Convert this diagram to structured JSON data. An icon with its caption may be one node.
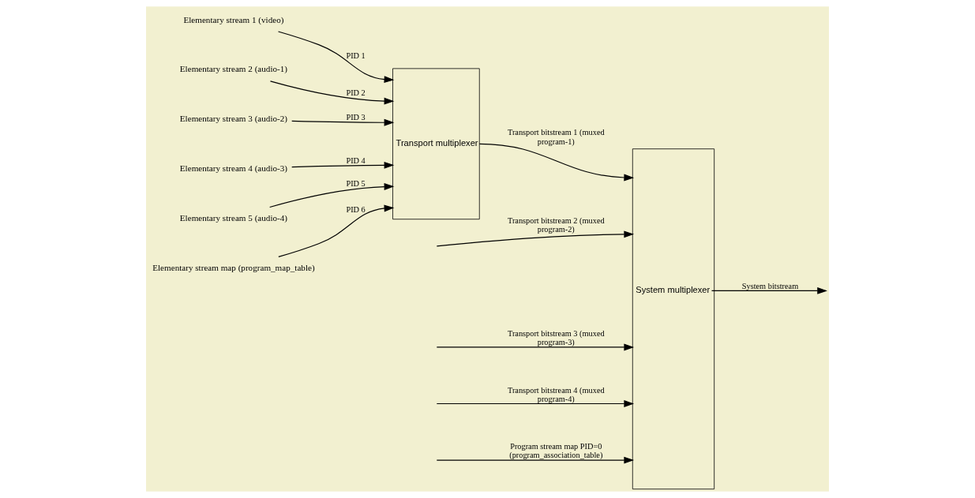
{
  "diagram": {
    "nodes": [
      {
        "text": [
          "Elementary stream 1 (video)"
        ]
      },
      {
        "text": [
          "Elementary stream 2 (audio-1)"
        ]
      },
      {
        "text": [
          "Elementary stream 3 (audio-2)"
        ]
      },
      {
        "text": [
          "Elementary stream 4 (audio-3)"
        ]
      },
      {
        "text": [
          "Elementary stream 5 (audio-4)"
        ]
      },
      {
        "text": [
          "Elementary stream map (program_map_table)"
        ]
      },
      {
        "text": [
          "Transport multiplexer"
        ]
      },
      {
        "text": [
          "System multiplexer"
        ]
      }
    ],
    "edges": [
      {
        "from": 0,
        "to": 6,
        "arrow": "to",
        "label": "PID 1"
      },
      {
        "from": 1,
        "to": 6,
        "arrow": "to",
        "label": "PID 2"
      },
      {
        "from": 2,
        "to": 6,
        "arrow": "to",
        "label": "PID 3"
      },
      {
        "from": 3,
        "to": 6,
        "arrow": "to",
        "label": "PID 4"
      },
      {
        "from": 4,
        "to": 6,
        "arrow": "to",
        "label": "PID 5"
      },
      {
        "from": 5,
        "to": 6,
        "arrow": "to",
        "label": "PID 6"
      },
      {
        "from": 6,
        "to": 7,
        "arrow": "to",
        "label": "Transport bitstream 1 (muxed program-1)"
      },
      {
        "from": null,
        "to": 7,
        "arrow": "to",
        "label": "Transport bitstream 2 (muxed program-2)"
      },
      {
        "from": null,
        "to": 7,
        "arrow": "to",
        "label": "Transport bitstream 3 (muxed program-3)"
      },
      {
        "from": null,
        "to": 7,
        "arrow": "to",
        "label": "Transport bitstream 4 (muxed program-4)"
      },
      {
        "from": null,
        "to": 7,
        "arrow": "to",
        "label": "Program stream map PID=0 (program_association_table)"
      },
      {
        "from": 7,
        "to": null,
        "arrow": "to",
        "label": "System bitstream"
      }
    ]
  }
}
